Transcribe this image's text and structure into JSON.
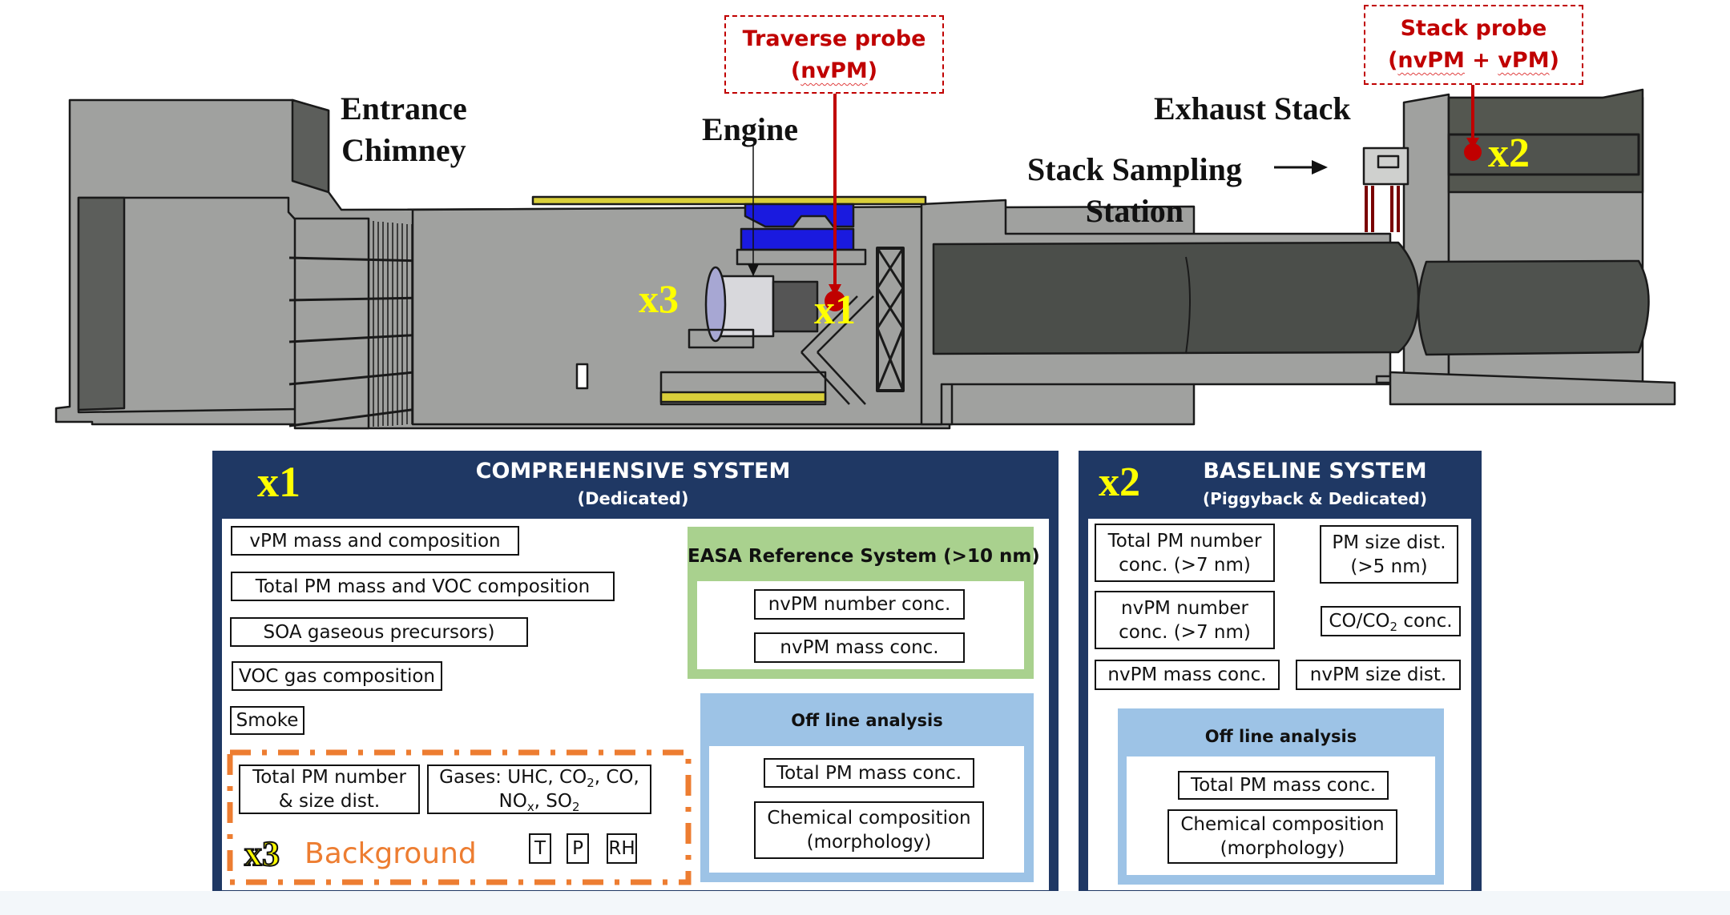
{
  "diagram": {
    "labels": {
      "entrance_line1": "Entrance",
      "entrance_line2": "Chimney",
      "engine": "Engine",
      "exhaust_stack": "Exhaust Stack",
      "stack_sampling_line1": "Stack Sampling",
      "stack_sampling_arrow": "→",
      "stack_sampling_line2": "Station"
    },
    "probes": {
      "traverse": {
        "title": "Traverse probe",
        "species_open": "(",
        "species": "nvPM",
        "species_close": ")"
      },
      "stack": {
        "title": "Stack probe",
        "open": "(",
        "species_a": "nvPM",
        "plus": " + ",
        "species_b": "vPM",
        "close": ")"
      }
    },
    "markers": {
      "x1": "x1",
      "x2": "x2",
      "x3": "x3"
    },
    "colors": {
      "probe_red": "#c00000",
      "marker_yellow": "#ffff00",
      "panel_navy": "#1f3864",
      "easa_green": "#a9d18e",
      "offline_blue": "#9dc3e6",
      "background_orange": "#ed7d31",
      "engine_blue": "#1a1adf",
      "building_gray": "#a0a19f"
    }
  },
  "comprehensive": {
    "marker": "x1",
    "title": "COMPREHENSIVE SYSTEM",
    "subtitle": "(Dedicated)",
    "items": [
      "vPM mass and composition",
      "Total PM mass and VOC composition",
      "SOA gaseous precursors)",
      "VOC gas composition",
      "Smoke"
    ],
    "easa": {
      "title": "EASA Reference System (>10 nm)",
      "items": [
        "nvPM number conc.",
        "nvPM mass conc."
      ]
    },
    "offline": {
      "title": "Off line analysis",
      "items": [
        "Total PM mass conc.",
        "Chemical composition",
        "(morphology)"
      ]
    },
    "background": {
      "marker": "x3",
      "label": "Background",
      "pm_line1": "Total PM number",
      "pm_line2": "& size dist.",
      "gases_prefix": "Gases: UHC, CO",
      "gases_sub1": "2",
      "gases_mid": ", CO,",
      "gases_line2_a": "NO",
      "gases_sub_x": "x",
      "gases_line2_b": ", SO",
      "gases_sub2": "2",
      "sensors": [
        "T",
        "P",
        "RH"
      ]
    }
  },
  "baseline": {
    "marker": "x2",
    "title": "BASELINE SYSTEM",
    "subtitle": "(Piggyback & Dedicated)",
    "items": {
      "total_pm_line1": "Total PM number",
      "total_pm_line2": "conc. (>7 nm)",
      "pm_size_line1": "PM size dist.",
      "pm_size_line2": "(>5 nm)",
      "nvpm_number_line1": "nvPM number",
      "nvpm_number_line2": "conc. (>7 nm)",
      "co_prefix": "CO/CO",
      "co_sub": "2",
      "co_suffix": " conc.",
      "nvpm_mass": "nvPM mass conc.",
      "nvpm_size": "nvPM size dist."
    },
    "offline": {
      "title": "Off line analysis",
      "items": [
        "Total PM mass conc.",
        "Chemical composition",
        "(morphology)"
      ]
    }
  }
}
